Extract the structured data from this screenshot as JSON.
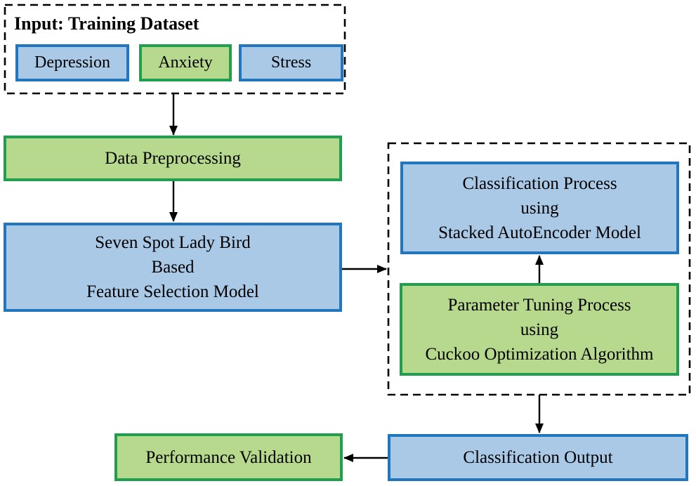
{
  "colors": {
    "blue_border": "#2176bd",
    "blue_fill": "#a9c9e6",
    "green_border": "#1fa04e",
    "green_fill": "#b7d98d",
    "dash_border": "#000000",
    "arrow": "#000000",
    "text": "#000000",
    "background": "#ffffff"
  },
  "input_group": {
    "title": "Input: Training Dataset",
    "items": [
      {
        "label": "Depression",
        "variant": "blue"
      },
      {
        "label": "Anxiety",
        "variant": "green"
      },
      {
        "label": "Stress",
        "variant": "blue"
      }
    ]
  },
  "nodes": {
    "data_preprocessing": {
      "label": "Data Preprocessing",
      "variant": "green"
    },
    "feature_selection": {
      "variant": "blue",
      "lines": [
        "Seven Spot Lady Bird",
        "Based",
        "Feature Selection Model"
      ]
    },
    "classification_process": {
      "variant": "blue",
      "lines": [
        "Classification Process",
        "using",
        "Stacked AutoEncoder Model"
      ]
    },
    "parameter_tuning": {
      "variant": "green",
      "lines": [
        "Parameter Tuning Process",
        "using",
        "Cuckoo Optimization Algorithm"
      ]
    },
    "classification_output": {
      "label": "Classification Output",
      "variant": "blue"
    },
    "performance_validation": {
      "label": "Performance Validation",
      "variant": "green"
    }
  },
  "connections": [
    {
      "from": "input-group",
      "to": "data-preprocessing",
      "direction": "down"
    },
    {
      "from": "data-preprocessing",
      "to": "feature-selection",
      "direction": "down"
    },
    {
      "from": "feature-selection",
      "to": "tuning-group",
      "direction": "right"
    },
    {
      "from": "parameter-tuning",
      "to": "classification-process",
      "direction": "up"
    },
    {
      "from": "tuning-group",
      "to": "classification-output",
      "direction": "down"
    },
    {
      "from": "classification-output",
      "to": "performance-validation",
      "direction": "left"
    }
  ]
}
